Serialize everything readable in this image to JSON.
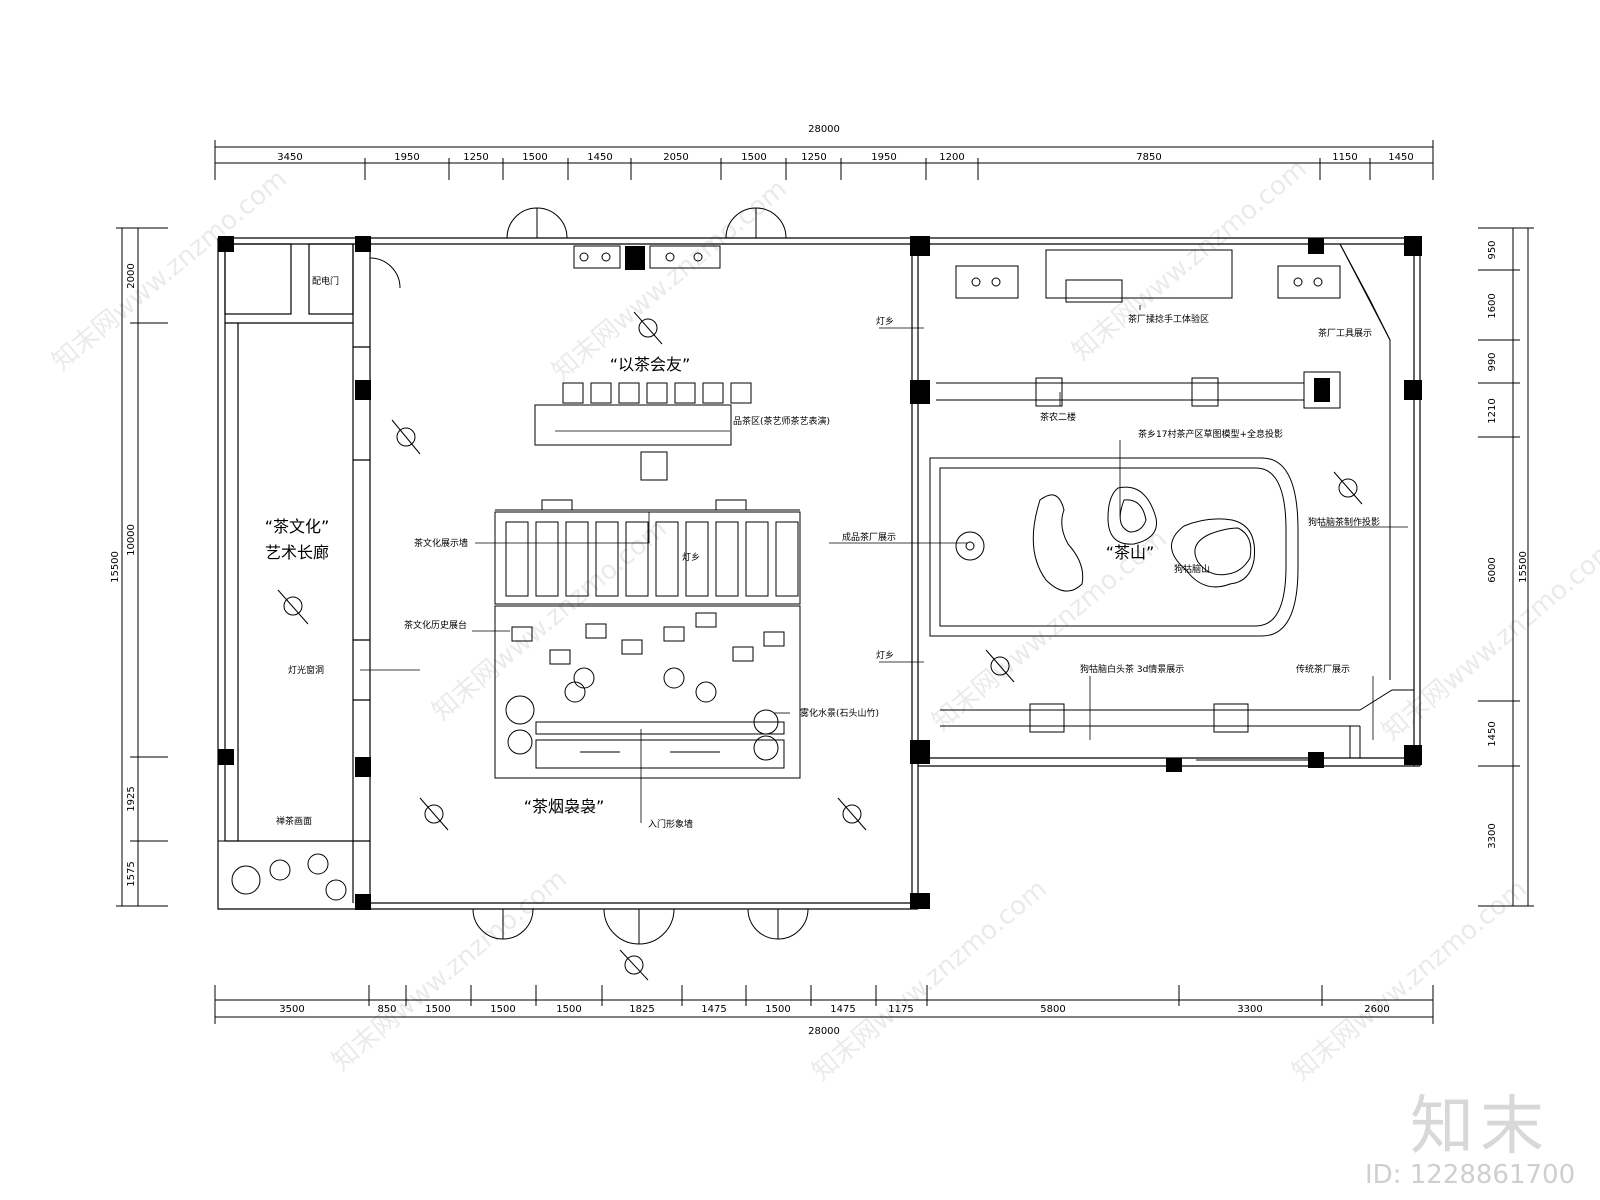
{
  "dims_top": [
    "3450",
    "1950",
    "1250",
    "1500",
    "1450",
    "2050",
    "1500",
    "1250",
    "1950",
    "1200",
    "7850",
    "1150",
    "1450"
  ],
  "dims_top_total": "28000",
  "dims_bottom": [
    "3500",
    "850",
    "1500",
    "1500",
    "1500",
    "1825",
    "1475",
    "1500",
    "1475",
    "1175",
    "5800",
    "3300",
    "2600"
  ],
  "dims_bottom_total": "28000",
  "dims_left": [
    "2000",
    "10000",
    "1925",
    "1575"
  ],
  "dims_left_total": "15500",
  "dims_right": [
    "950",
    "1600",
    "990",
    "1210",
    "6000",
    "1450",
    "3300"
  ],
  "dims_right_total": "15500",
  "titles": {
    "meet_friends": "“以茶会友”",
    "tea_culture_1": "“茶文化”",
    "tea_culture_2": "艺术长廊",
    "tea_smoke": "“茶烟袅袅”",
    "tea_mountain": "“茶山”"
  },
  "labels": {
    "electric_room": "配电门",
    "tasting_area": "品茶区(茶艺师茶艺表演)",
    "culture_wall": "茶文化展示墙",
    "history_table": "茶文化历史展台",
    "lamp_left": "灯乡",
    "finished_tea": "成品茶厂展示",
    "light_window": "灯光窗洞",
    "shadow_chairs": "雾化水景(石头山竹)",
    "tea_painting": "禅茶画面",
    "entrance_wall": "入门形象墙",
    "hand_experience": "茶厂揉捻手工体验区",
    "tea_tools": "茶厂工具展示",
    "tea_farm": "茶农二楼",
    "village_model": "茶乡17村茶产区草图模型+全息投影",
    "lamp_right": "灯乡",
    "process_projection": "狗牯脑茶制作投影",
    "lamp_small_1": "灯乡",
    "lamp_small_2": "灯乡",
    "gougunao_small": "狗牯脑山",
    "video_display": "狗牯脑白头茶 3d情景展示",
    "night_display": "传统茶厂展示"
  },
  "watermark_text": "知末网www.znzmo.com",
  "logo_text": "知末",
  "image_id": "ID: 1228861700"
}
